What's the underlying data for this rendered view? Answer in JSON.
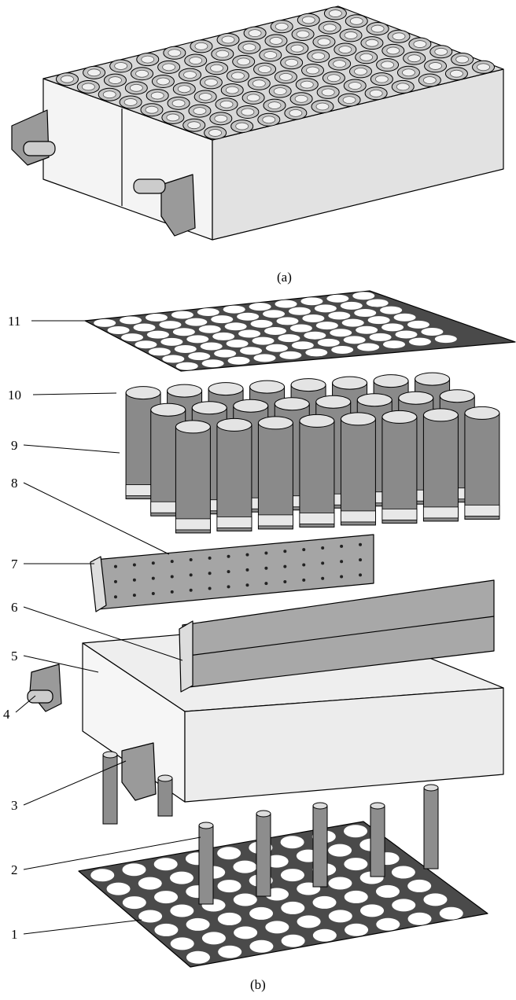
{
  "captions": {
    "a": "(a)",
    "b": "(b)"
  },
  "parts": [
    {
      "id": "1",
      "label": "1"
    },
    {
      "id": "2",
      "label": "2"
    },
    {
      "id": "3",
      "label": "3"
    },
    {
      "id": "4",
      "label": "4"
    },
    {
      "id": "5",
      "label": "5"
    },
    {
      "id": "6",
      "label": "6"
    },
    {
      "id": "7",
      "label": "7"
    },
    {
      "id": "8",
      "label": "8"
    },
    {
      "id": "9",
      "label": "9"
    },
    {
      "id": "10",
      "label": "10"
    },
    {
      "id": "11",
      "label": "11"
    }
  ],
  "colors": {
    "line": "#000000",
    "plate": "#4a4a4a",
    "cell": "#8a8a8a",
    "face": "#f2f2f2",
    "panel": "#a8a8a8"
  }
}
